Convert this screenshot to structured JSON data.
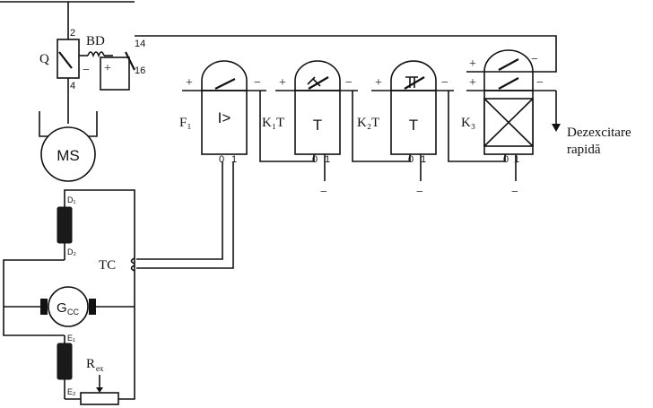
{
  "labels": {
    "q": "Q",
    "bd": "BD",
    "q_pin_top": "2",
    "q_pin_bottom": "4",
    "bd_pin_top": "14",
    "bd_pin_bottom": "16",
    "ms": "MS",
    "d1": "D₁",
    "d2": "D₂",
    "tc": "TC",
    "gcc_main": "G",
    "gcc_sub": "CC",
    "e1": "E₁",
    "e2": "E₂",
    "rex_main": "R",
    "rex_sub": "ex",
    "f1": "F₁",
    "k1t": "K₁T",
    "k2t": "K₂T",
    "k3": "K₃",
    "f1_body": "I>",
    "k1_body": "T",
    "k2_body": "T",
    "dezex_line1": "Dezexcitare",
    "dezex_line2": "rapidă",
    "pin0": "0",
    "pin1": "1",
    "plus": "+",
    "minus": "−"
  }
}
